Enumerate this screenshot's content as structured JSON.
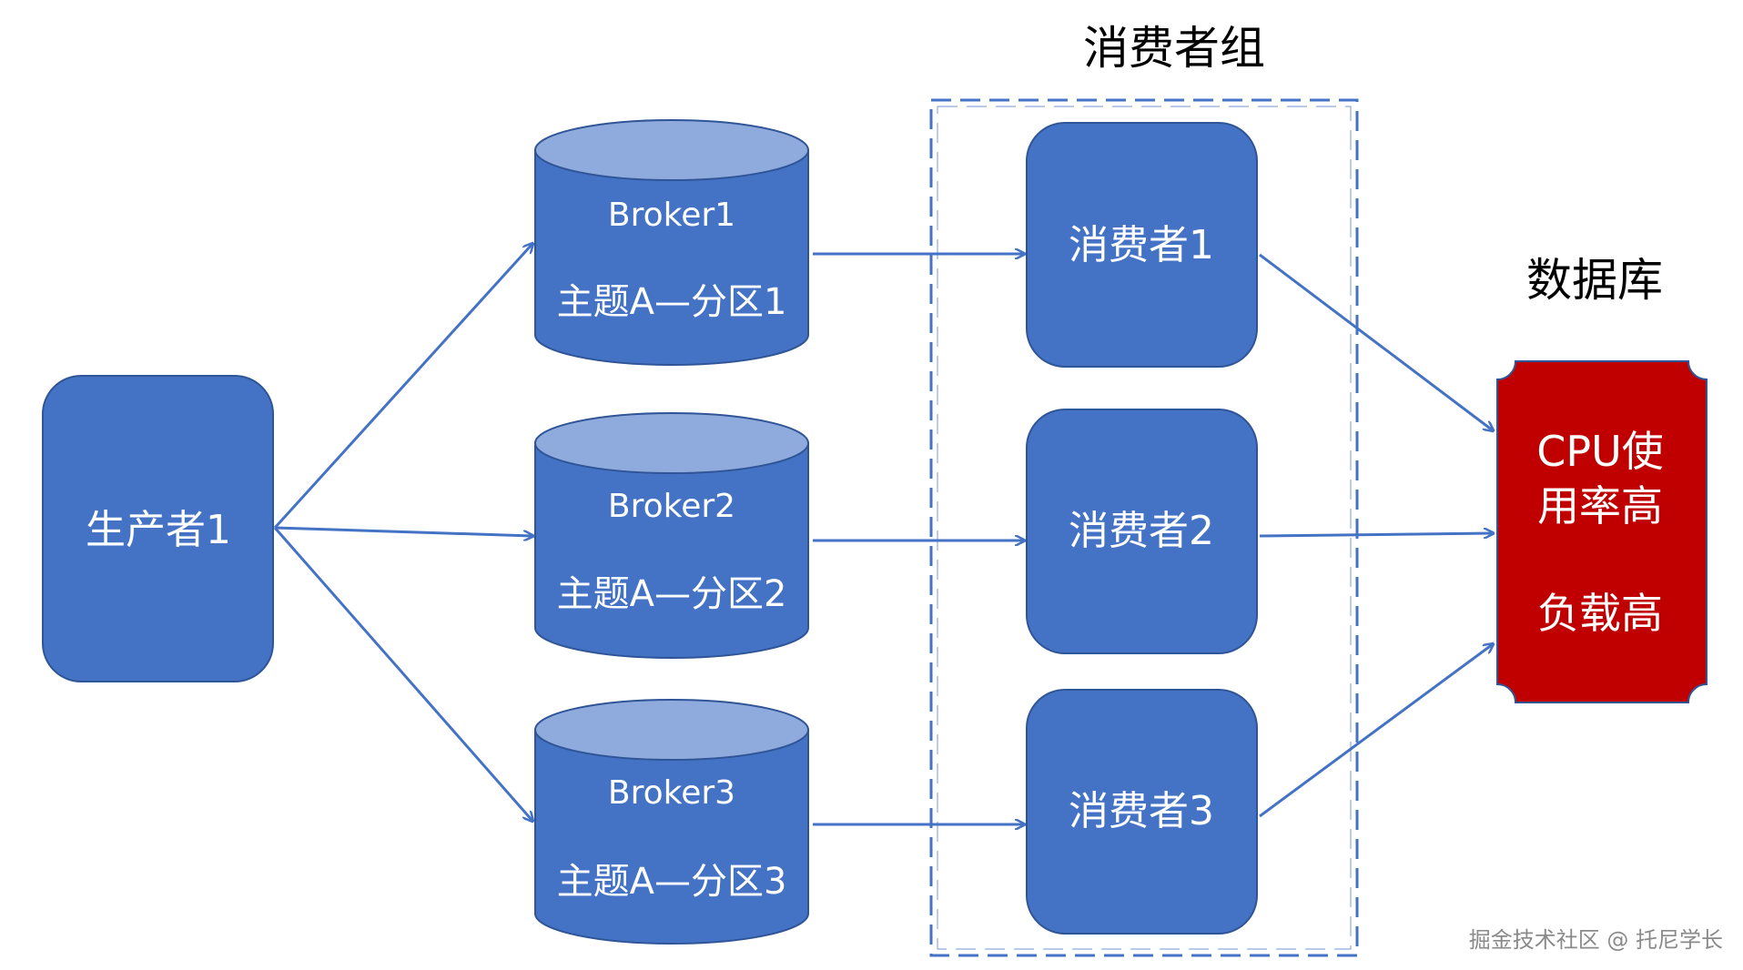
{
  "group_title": "消费者组",
  "db_title": "数据库",
  "producer": {
    "label": "生产者1"
  },
  "brokers": [
    {
      "name": "Broker1",
      "partition": "主题A—分区1"
    },
    {
      "name": "Broker2",
      "partition": "主题A—分区2"
    },
    {
      "name": "Broker3",
      "partition": "主题A—分区3"
    }
  ],
  "consumers": [
    {
      "label": "消费者1"
    },
    {
      "label": "消费者2"
    },
    {
      "label": "消费者3"
    }
  ],
  "database": {
    "line1": "CPU使",
    "line2": "用率高",
    "line3": "负载高"
  },
  "watermark": "掘金技术社区 @ 托尼学长",
  "colors": {
    "node_fill": "#4472C4",
    "node_stroke": "#2F5597",
    "cylinder_top": "#8FAADC",
    "arrow": "#4472C4",
    "db_fill": "#C00000",
    "db_stroke": "#2F5597",
    "text_on_node": "#FFFFFF",
    "title_text": "#000000"
  }
}
